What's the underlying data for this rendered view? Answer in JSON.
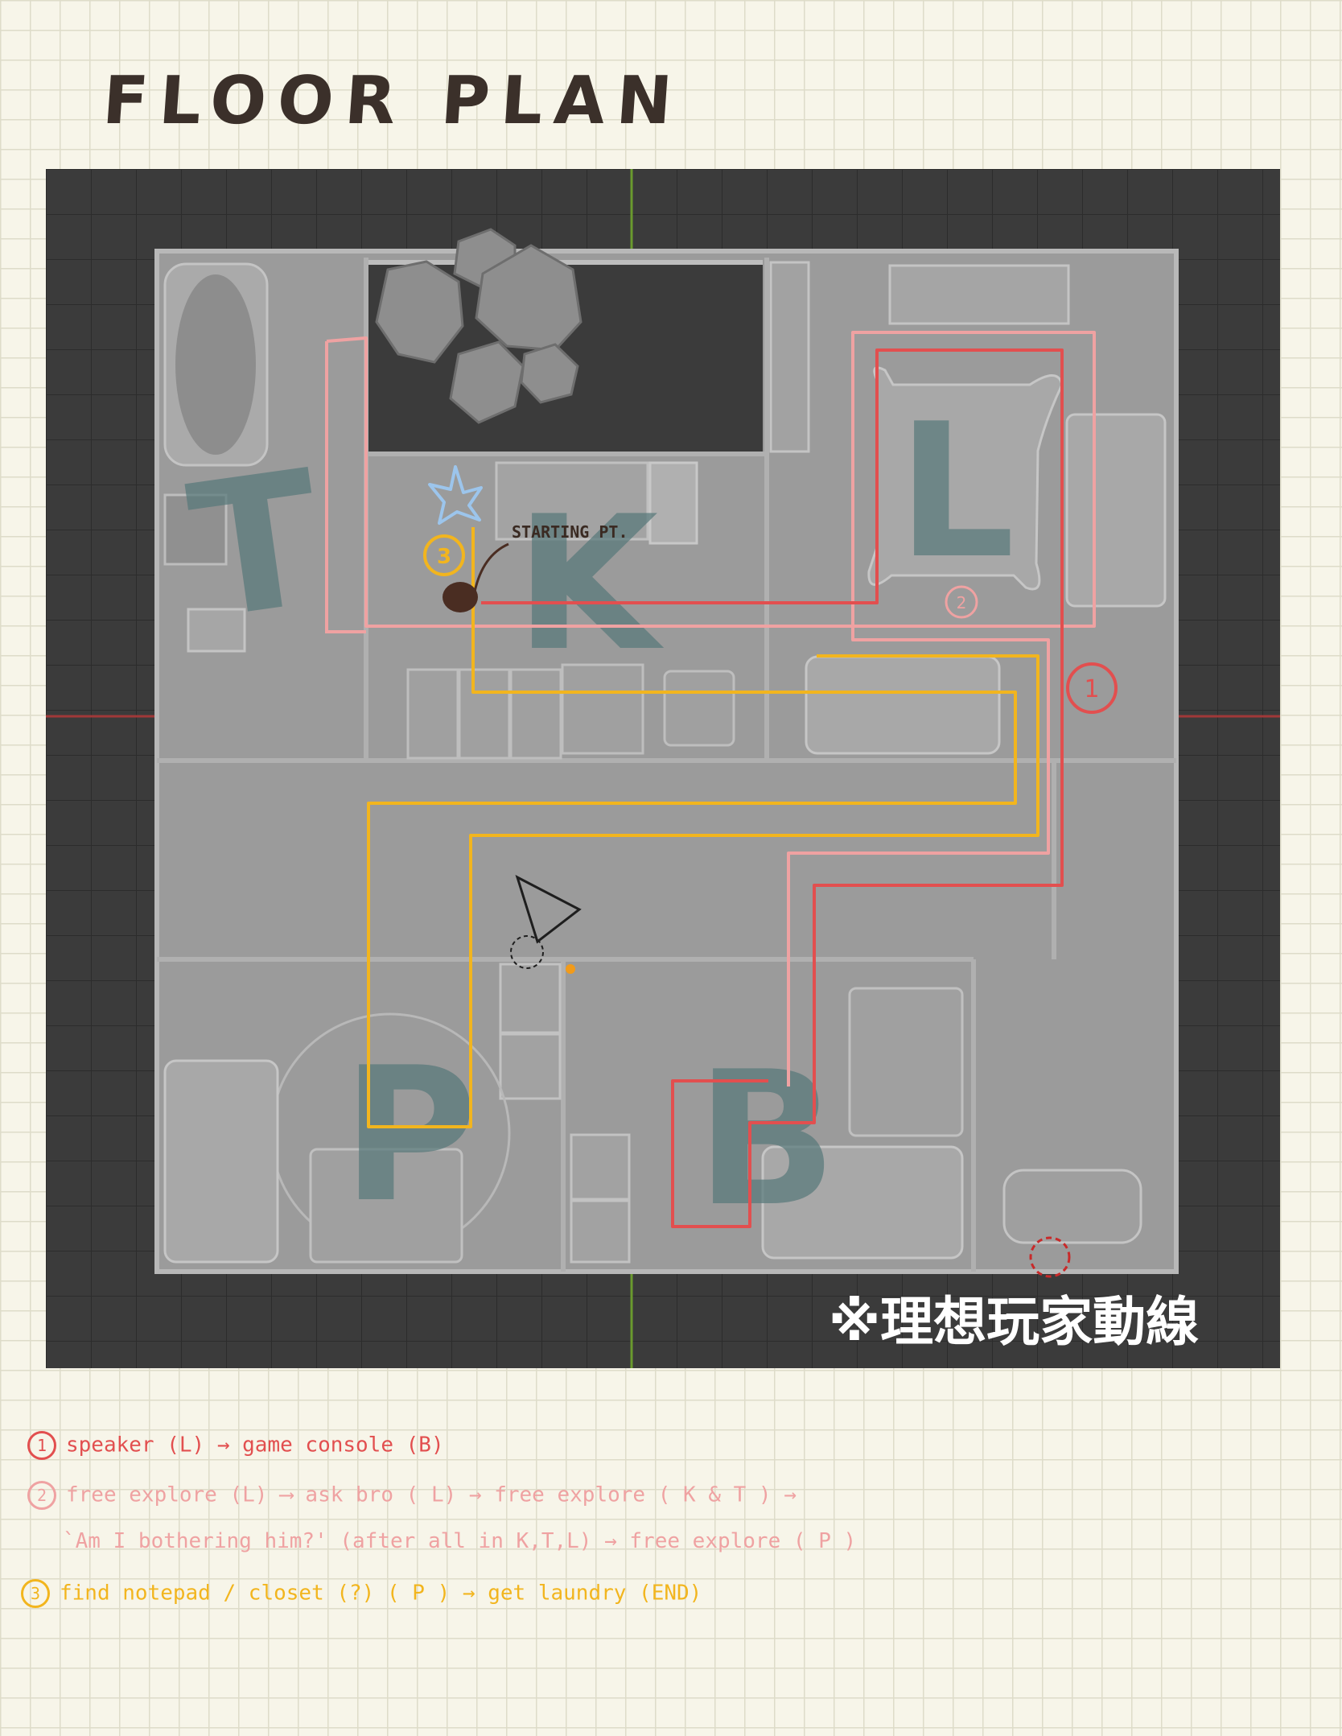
{
  "title": "FLOOR PLAN",
  "diagram": {
    "room_letters": [
      "T",
      "K",
      "L",
      "P",
      "B"
    ],
    "start_label": "STARTING PT.",
    "route_markers": [
      "1",
      "2",
      "3"
    ],
    "caption": "※理想玩家動線",
    "colors": {
      "route_1": "#e24f4f",
      "route_2": "#efa2a2",
      "route_3": "#f2b51e",
      "start_dot": "#4a2d22",
      "star": "#9cc5ec",
      "background": "#3b3b3b",
      "floor": "#9b9b9b"
    }
  },
  "notes": [
    {
      "marker": "1",
      "text": "speaker (L) → game console (B)",
      "color": "#e24f4f"
    },
    {
      "marker": "2",
      "text": "free explore (L) ⟶ ask bro ( L) → free explore ( K & T ) →",
      "color": "#efa2a2"
    },
    {
      "marker": "",
      "text": "`Am I bothering him?' (after all in K,T,L) → free explore ( P )",
      "color": "#efa2a2"
    },
    {
      "marker": "3",
      "text": "find notepad / closet (?) ( P ) → get laundry (END)",
      "color": "#f2b51e"
    }
  ]
}
